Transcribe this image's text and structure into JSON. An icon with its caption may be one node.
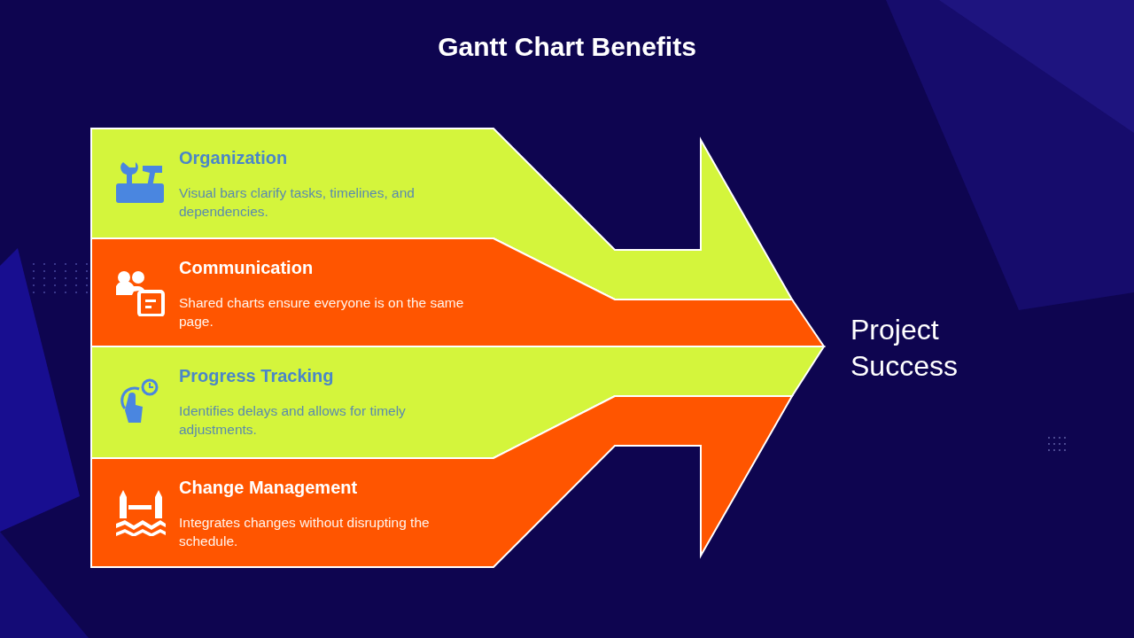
{
  "diagram": {
    "title": "Gantt Chart Benefits",
    "nodes": [
      {
        "text": [
          "Organization",
          "Visual bars clarify tasks, timelines, and dependencies."
        ]
      },
      {
        "text": [
          "Communication",
          "Shared charts ensure everyone is on the same page."
        ]
      },
      {
        "text": [
          "Progress Tracking",
          "Identifies delays and allows for timely adjustments."
        ]
      },
      {
        "text": [
          "Change Management",
          "Integrates changes without disrupting the schedule."
        ]
      }
    ],
    "labels": [
      "Project Success"
    ]
  }
}
